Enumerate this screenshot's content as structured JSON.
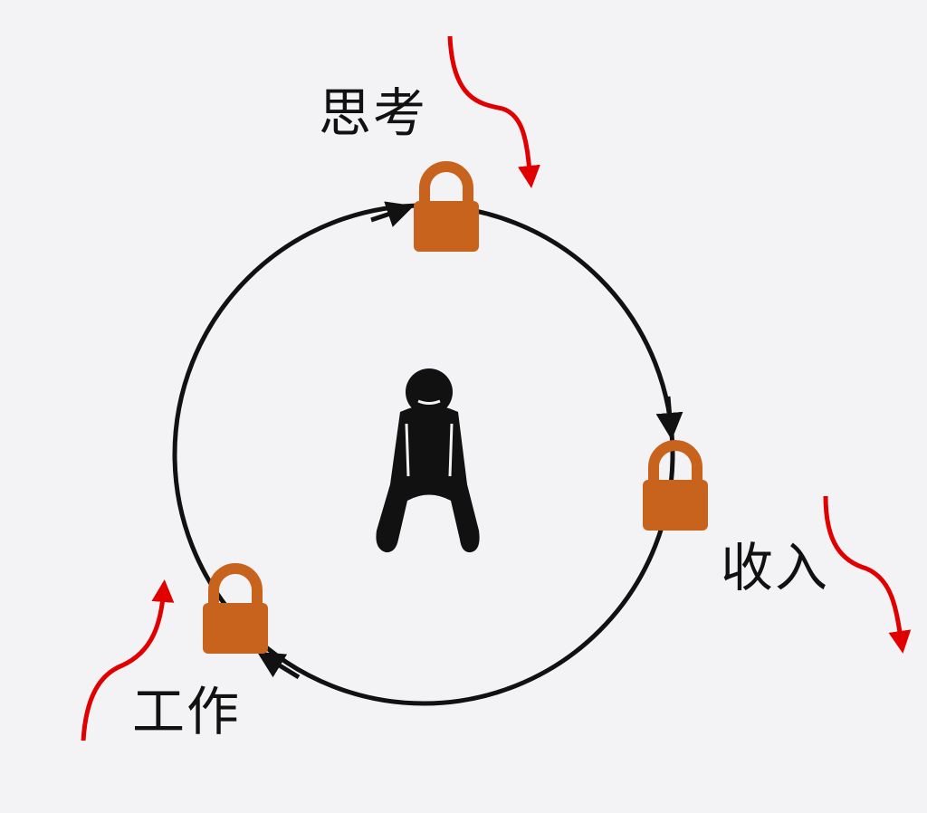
{
  "labels": {
    "thinking": "思考",
    "income": "收入",
    "work": "工作"
  },
  "colors": {
    "background": "#f3f3f5",
    "cycle": "#111111",
    "lock": "#c8631d",
    "lock_shackle": "#c8631d",
    "pressure_arrow": "#e00000",
    "person": "#111111"
  },
  "icons": {
    "lock": "padlock-icon",
    "person": "tired-person-icon"
  }
}
